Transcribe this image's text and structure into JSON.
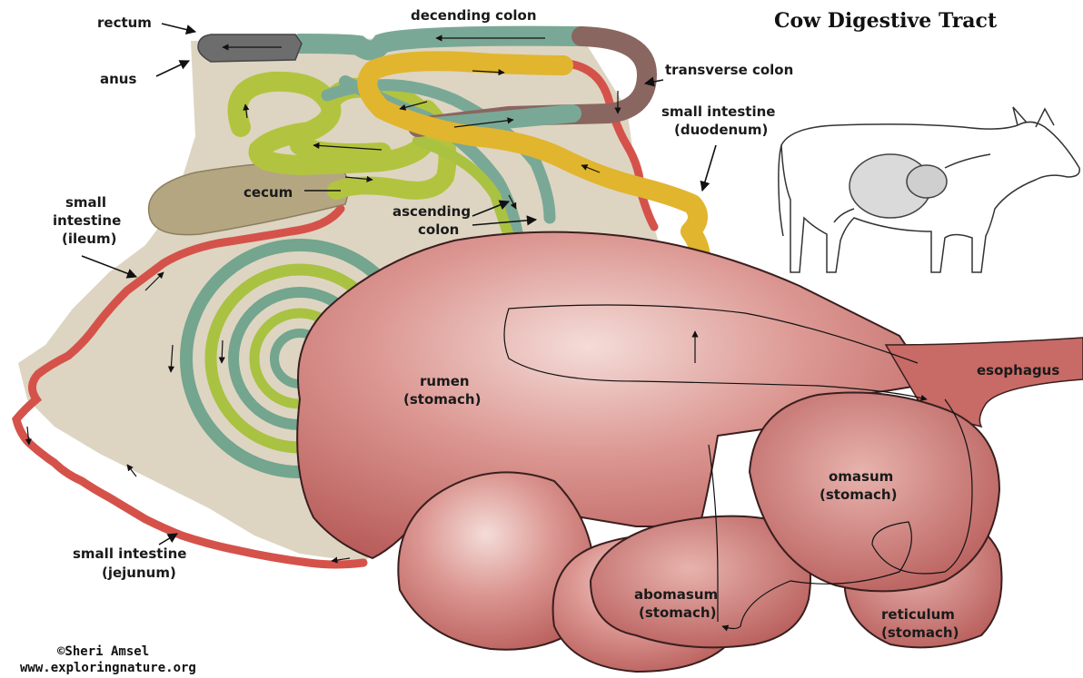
{
  "title": "Cow Digestive Tract",
  "credit": {
    "line1": "©Sheri Amsel",
    "line2": "www.exploringnature.org"
  },
  "labels": {
    "rectum": "rectum",
    "anus": "anus",
    "decending_colon": "decending colon",
    "transverse_colon": "transverse colon",
    "duodenum_line1": "small intestine",
    "duodenum_line2": "(duodenum)",
    "cecum": "cecum",
    "ileum_line1": "small",
    "ileum_line2": "intestine",
    "ileum_line3": "(ileum)",
    "ascending_colon_line1": "ascending",
    "ascending_colon_line2": "colon",
    "rumen_line1": "rumen",
    "rumen_line2": "(stomach)",
    "esophagus": "esophagus",
    "omasum_line1": "omasum",
    "omasum_line2": "(stomach)",
    "abomasum_line1": "abomasum",
    "abomasum_line2": "(stomach)",
    "reticulum_line1": "reticulum",
    "reticulum_line2": "(stomach)",
    "jejunum_line1": "small intestine",
    "jejunum_line2": "(jejunum)"
  },
  "colors": {
    "stomach": "#d4837e",
    "stomach_dark": "#b8585a",
    "mesentery": "#d9d2c0",
    "intestine_red": "#d8574f",
    "colon_green": "#7aa896",
    "yellow_green": "#b8c640",
    "duodenum_yellow": "#e0b830",
    "rectum_grey": "#707070",
    "transverse_brown": "#8a6660",
    "cecum_tan": "#b5a682"
  }
}
